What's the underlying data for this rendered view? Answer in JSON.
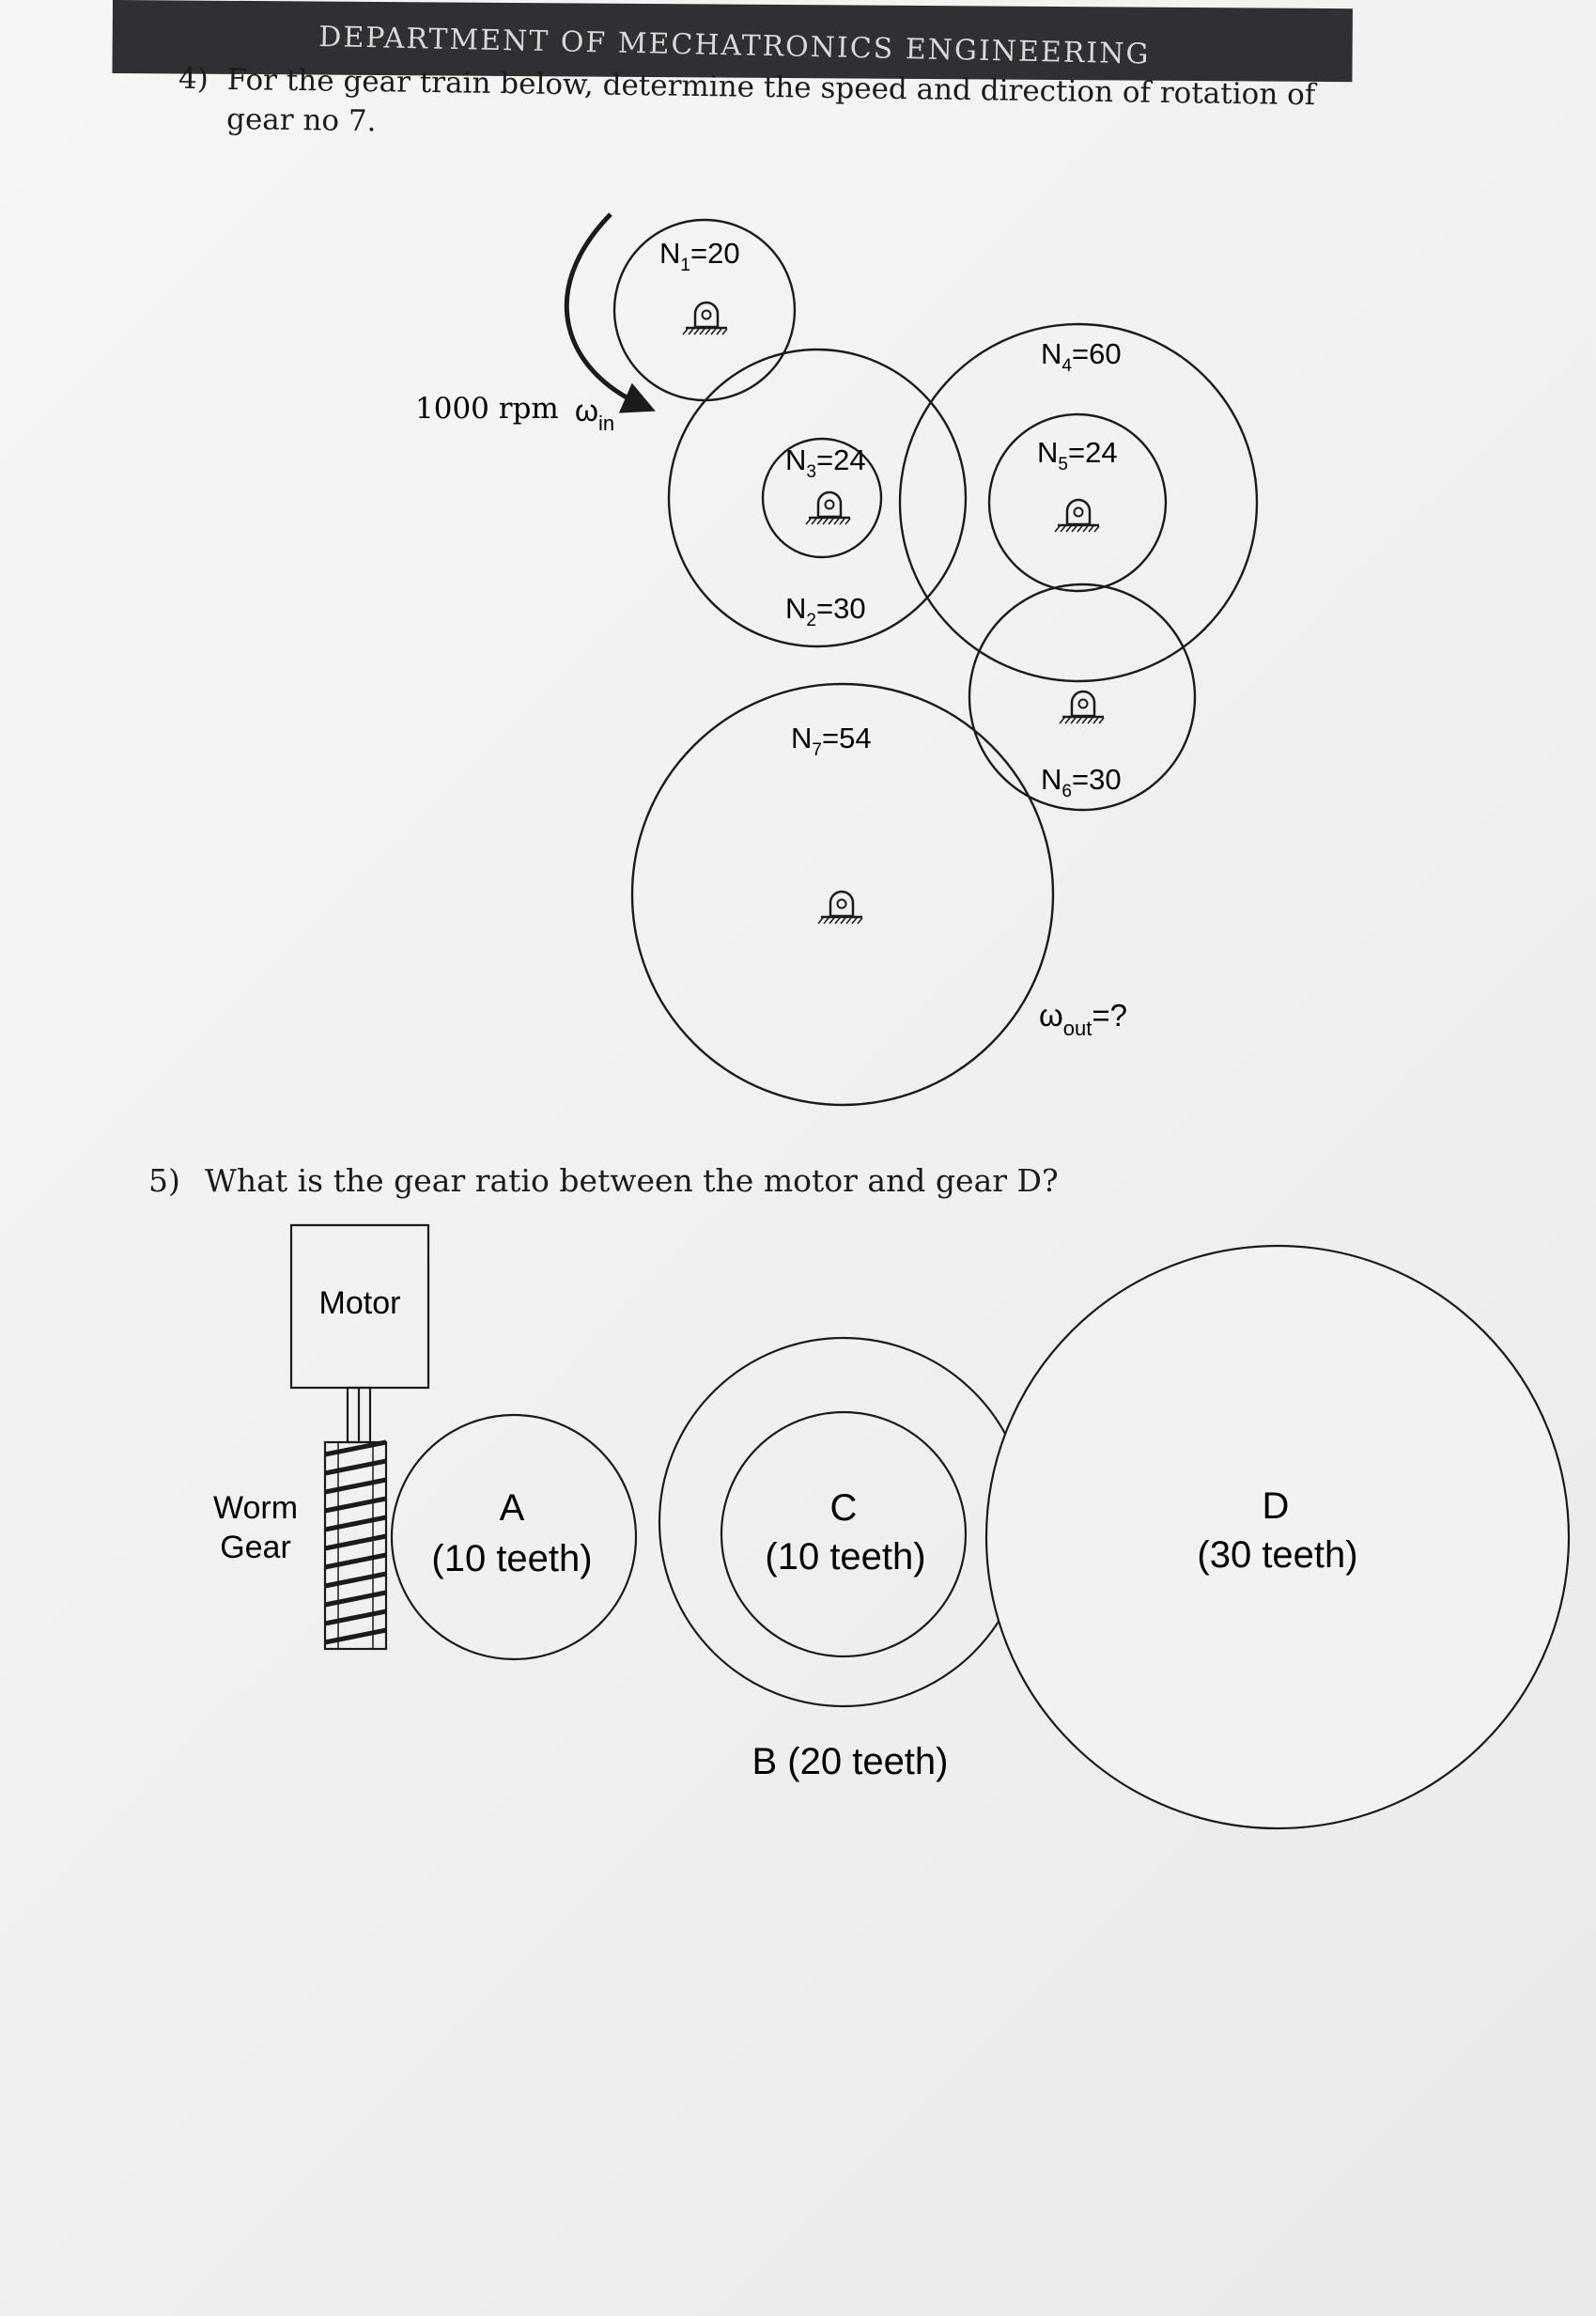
{
  "header": {
    "text": "DEPARTMENT OF MECHATRONICS ENGINEERING"
  },
  "q4": {
    "number": "4)",
    "text": "For the gear train below, determine the speed and direction of rotation of gear no 7.",
    "input_speed": "1000 rpm",
    "omega_in": "ω",
    "omega_in_sub": "in",
    "gears": {
      "g1": {
        "n": "N",
        "sub": "1",
        "val": "=20"
      },
      "g2": {
        "n": "N",
        "sub": "2",
        "val": "=30"
      },
      "g3": {
        "n": "N",
        "sub": "3",
        "val": "=24"
      },
      "g4": {
        "n": "N",
        "sub": "4",
        "val": "=60"
      },
      "g5": {
        "n": "N",
        "sub": "5",
        "val": "=24"
      },
      "g6": {
        "n": "N",
        "sub": "6",
        "val": "=30"
      },
      "g7": {
        "n": "N",
        "sub": "7",
        "val": "=54"
      }
    },
    "omega_out": "ω",
    "omega_out_sub": "out",
    "omega_out_suffix": "=?"
  },
  "q5": {
    "number": "5)",
    "text": "What is the gear ratio between the motor and gear D?",
    "motor": "Motor",
    "worm_line1": "Worm",
    "worm_line2": "Gear",
    "gearA_name": "A",
    "gearA_teeth": "(10 teeth)",
    "gearB": "B (20 teeth)",
    "gearC_name": "C",
    "gearC_teeth": "(10 teeth)",
    "gearD_name": "D",
    "gearD_teeth": "(30 teeth)"
  }
}
